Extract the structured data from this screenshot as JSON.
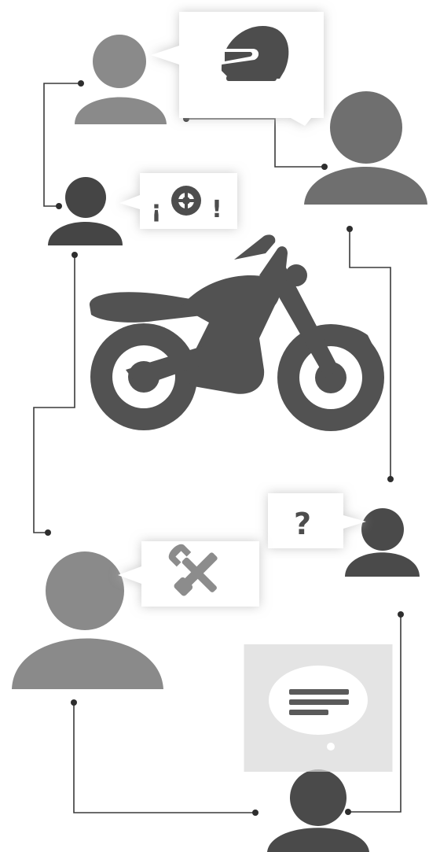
{
  "colors": {
    "background": "#ffffff",
    "person_light": "#8a8a8a",
    "person_medium": "#6f6f6f",
    "person_dark": "#4a4a4a",
    "motorcycle": "#525252",
    "connector": "#3a3a3a",
    "bubble_fill": "#ffffff",
    "bubble_glow": "#cfcfcf",
    "icon_dark": "#4d4d4d",
    "icon_light": "#8c8c8c",
    "wheel_hub": "#ffffff"
  },
  "people": [
    {
      "id": "person-top-left",
      "shade": "light"
    },
    {
      "id": "person-top-right",
      "shade": "medium"
    },
    {
      "id": "person-middle-left",
      "shade": "dark"
    },
    {
      "id": "person-lower-right",
      "shade": "dark"
    },
    {
      "id": "person-large-left",
      "shade": "light"
    },
    {
      "id": "person-bottom-right",
      "shade": "dark"
    }
  ],
  "bubbles": [
    {
      "id": "bubble-helmet",
      "icon": "helmet-icon"
    },
    {
      "id": "bubble-tire",
      "icon": "tire-icon",
      "left_mark": "¡",
      "right_mark": "!"
    },
    {
      "id": "bubble-question",
      "icon": "question-icon",
      "text": "?"
    },
    {
      "id": "bubble-tools",
      "icon": "wrench-screwdriver-icon"
    },
    {
      "id": "bubble-message",
      "icon": "message-lines-icon"
    }
  ],
  "center_icon": "motorcycle-icon"
}
